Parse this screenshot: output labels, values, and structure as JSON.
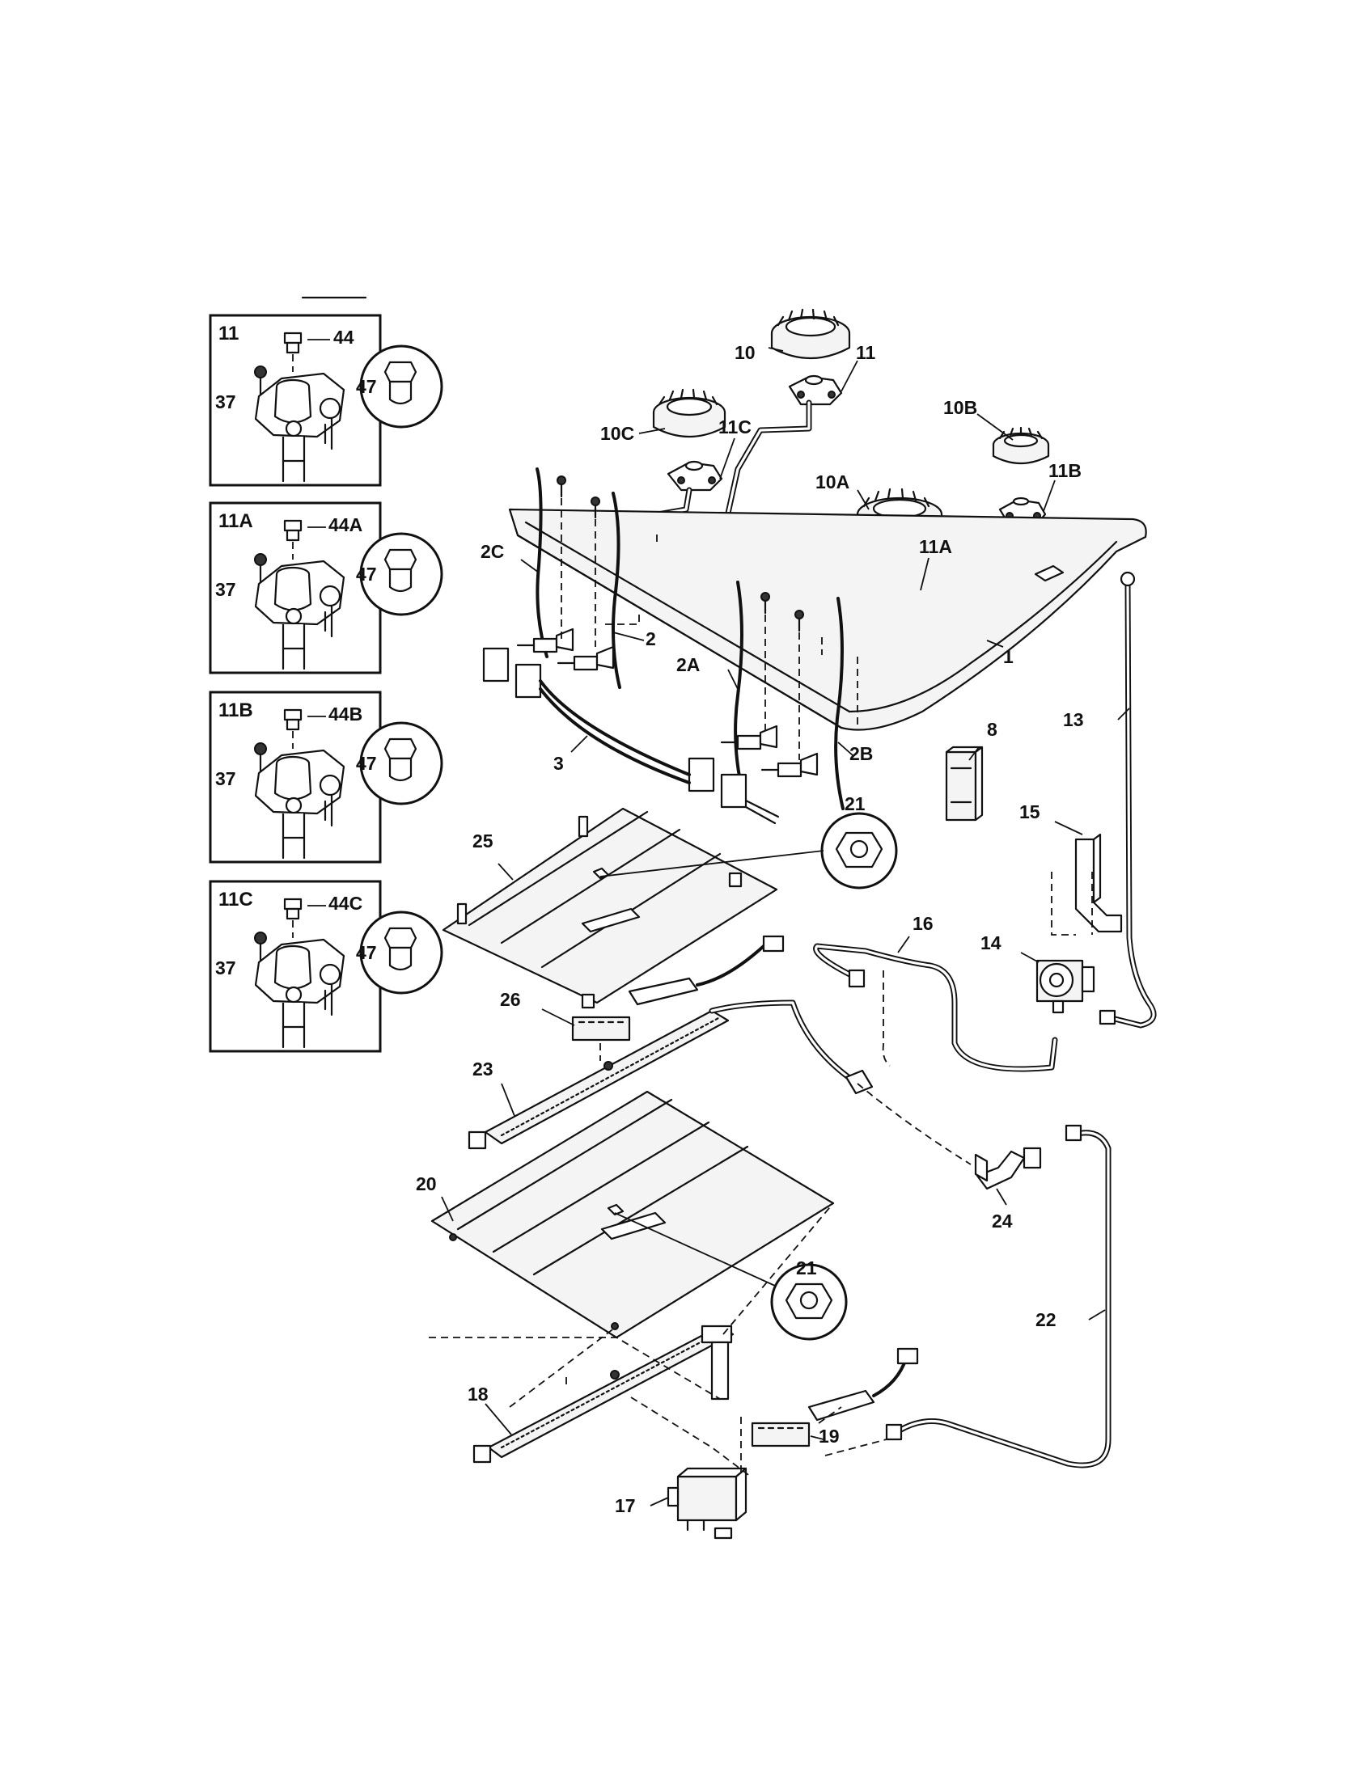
{
  "insets": [
    {
      "title": "11",
      "orifice_label": "44",
      "screw_label": "37",
      "detail_label": "47"
    },
    {
      "title": "11A",
      "orifice_label": "44A",
      "screw_label": "37",
      "detail_label": "47"
    },
    {
      "title": "11B",
      "orifice_label": "44B",
      "screw_label": "37",
      "detail_label": "47"
    },
    {
      "title": "11C",
      "orifice_label": "44C",
      "screw_label": "37",
      "detail_label": "47"
    }
  ],
  "callouts": {
    "c10": "10",
    "c11": "11",
    "c10C": "10C",
    "c11C": "11C",
    "c10B": "10B",
    "c11B": "11B",
    "c10A": "10A",
    "c11A": "11A",
    "c2C": "2C",
    "c2": "2",
    "c2A": "2A",
    "c2B": "2B",
    "c1": "1",
    "c3": "3",
    "c8": "8",
    "c13": "13",
    "c15": "15",
    "c25": "25",
    "c21a": "21",
    "c16": "16",
    "c14": "14",
    "c26": "26",
    "c23": "23",
    "c20": "20",
    "c24": "24",
    "c21b": "21",
    "c22": "22",
    "c18": "18",
    "c19": "19",
    "c17": "17"
  }
}
